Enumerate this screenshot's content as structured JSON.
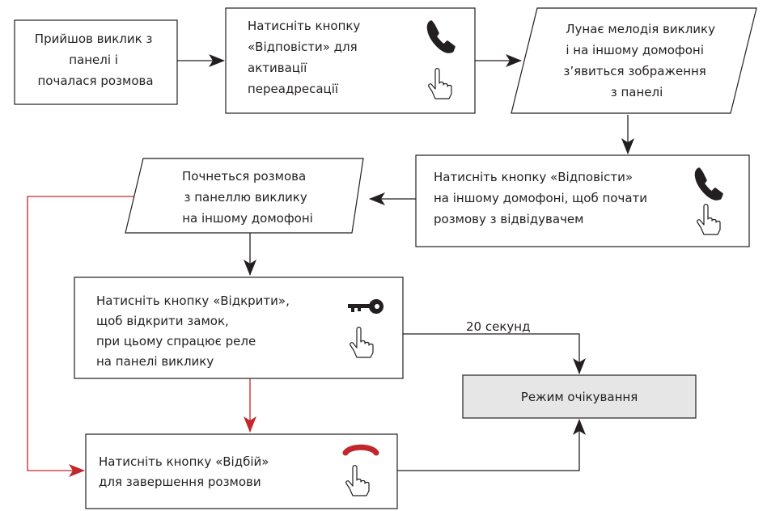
{
  "colors": {
    "stroke": "#231f20",
    "accent_red": "#c1272d",
    "standby_fill": "#e6e6e6"
  },
  "nodes": {
    "incoming_call": [
      "Прийшов виклик з",
      "панелі і",
      "почалася розмова"
    ],
    "press_answer": [
      "Натисніть кнопку",
      "«Відповісти» для",
      "активації",
      "переадресації"
    ],
    "melody": [
      "Лунає мелодія виклику",
      "і на іншому домофоні",
      "з’явиться зображення",
      "з панелі"
    ],
    "press_answer_other": [
      "Натисніть кнопку «Відповісти»",
      "на іншому домофоні, щоб почати",
      "розмову з відвідувачем"
    ],
    "conversation_starts": [
      "Почнеться розмова",
      "з панеллю виклику",
      "на іншому домофоні"
    ],
    "press_open": [
      "Натисніть кнопку «Відкрити»,",
      "щоб відкрити замок,",
      "при цьому спрацює реле",
      "на панелі виклику"
    ],
    "standby": [
      "Режим очікування"
    ],
    "press_hangup": [
      "Натисніть кнопку «Відбій»",
      "для завершення розмови"
    ]
  },
  "timer_label": "20 секунд",
  "icons": {
    "press_answer": [
      "phone-handset-icon",
      "pointing-hand-icon"
    ],
    "press_answer_other": [
      "phone-handset-icon",
      "pointing-hand-icon"
    ],
    "press_open": [
      "key-icon",
      "pointing-hand-icon"
    ],
    "press_hangup": [
      "hang-up-icon",
      "pointing-hand-icon"
    ]
  }
}
